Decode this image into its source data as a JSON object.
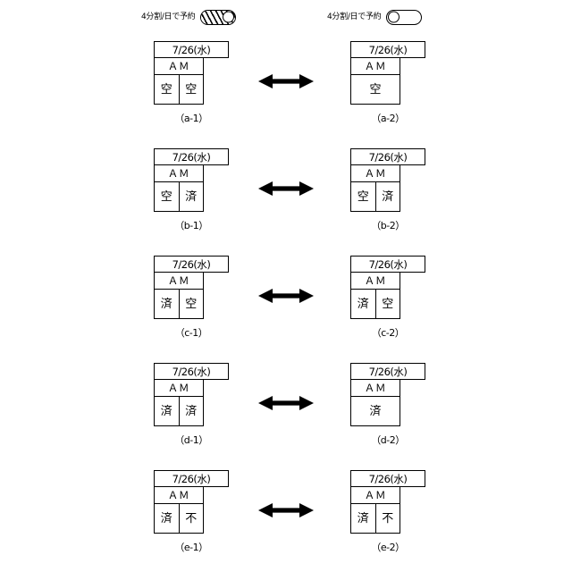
{
  "legend": {
    "on": {
      "label": "4分割/日で予約",
      "state": "on",
      "icon": "toggle-switch-on-icon"
    },
    "off": {
      "label": "4分割/日で予約",
      "state": "off",
      "icon": "toggle-switch-off-icon"
    }
  },
  "arrow_icon": "double-headed-arrow-icon",
  "rows": [
    {
      "left": {
        "date": "7/26(水)",
        "period": "ＡＭ",
        "slots": [
          "空",
          "空"
        ],
        "caption": "（a-1）"
      },
      "right": {
        "date": "7/26(水)",
        "period": "ＡＭ",
        "slots": [
          "空"
        ],
        "caption": "（a-2）"
      }
    },
    {
      "left": {
        "date": "7/26(水)",
        "period": "ＡＭ",
        "slots": [
          "空",
          "済"
        ],
        "caption": "（b-1）"
      },
      "right": {
        "date": "7/26(水)",
        "period": "ＡＭ",
        "slots": [
          "空",
          "済"
        ],
        "caption": "（b-2）"
      }
    },
    {
      "left": {
        "date": "7/26(水)",
        "period": "ＡＭ",
        "slots": [
          "済",
          "空"
        ],
        "caption": "（c-1）"
      },
      "right": {
        "date": "7/26(水)",
        "period": "ＡＭ",
        "slots": [
          "済",
          "空"
        ],
        "caption": "（c-2）"
      }
    },
    {
      "left": {
        "date": "7/26(水)",
        "period": "ＡＭ",
        "slots": [
          "済",
          "済"
        ],
        "caption": "（d-1）"
      },
      "right": {
        "date": "7/26(水)",
        "period": "ＡＭ",
        "slots": [
          "済"
        ],
        "caption": "（d-2）"
      }
    },
    {
      "left": {
        "date": "7/26(水)",
        "period": "ＡＭ",
        "slots": [
          "済",
          "不"
        ],
        "caption": "（e-1）"
      },
      "right": {
        "date": "7/26(水)",
        "period": "ＡＭ",
        "slots": [
          "済",
          "不"
        ],
        "caption": "（e-2）"
      }
    }
  ]
}
